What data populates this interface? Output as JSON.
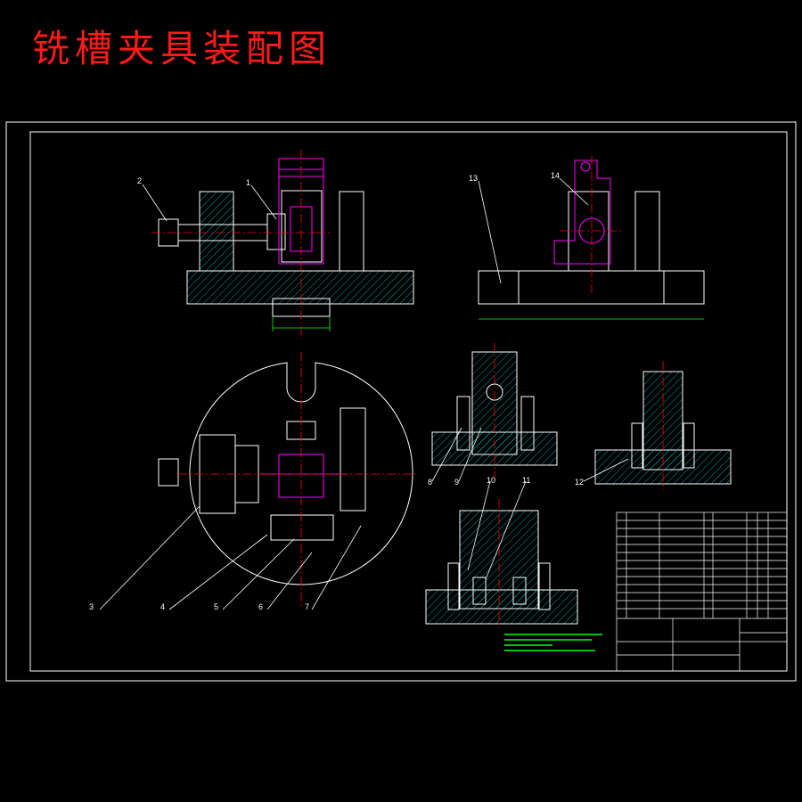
{
  "drawing": {
    "title": "铣槽夹具装配图"
  },
  "colors": {
    "background": "#000000",
    "title": "#ff1a1a",
    "outline": "#ffffff",
    "part": "#ff00ff",
    "dimension": "#00ff00",
    "centerline": "#ff0000",
    "hatch": "#00ffff"
  },
  "part_labels": {
    "front_left": "2",
    "front_top": "1",
    "side_left": "13",
    "side_top": "14",
    "plan_3": "3",
    "plan_4": "4",
    "plan_5": "5",
    "plan_6": "6",
    "plan_7": "7",
    "sec_8a": "8",
    "sec_8b": "9",
    "sec_12": "12",
    "sec_10": "10",
    "sec_11": "11"
  }
}
